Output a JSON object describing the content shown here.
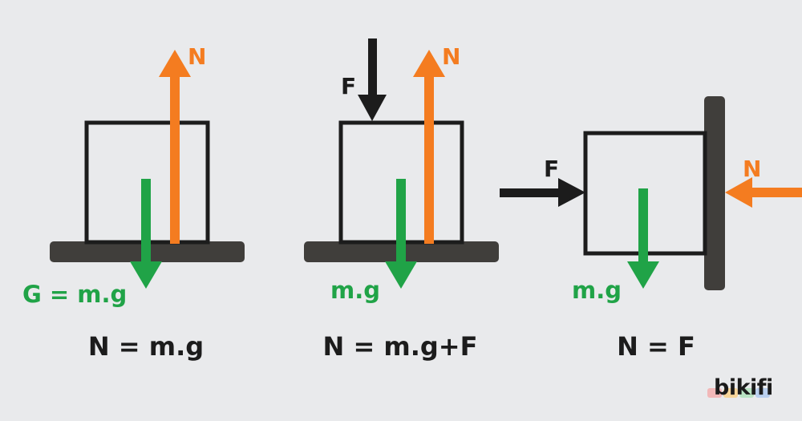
{
  "colors": {
    "background": "#e9eaec",
    "normal_force": "#f47c20",
    "weight": "#20a347",
    "applied_force": "#1c1c1c",
    "surface": "#403e3b",
    "box_outline": "#1c1c1c"
  },
  "case1": {
    "normal_label": "N",
    "weight_label": "G = m.g",
    "equation": "N = m.g"
  },
  "case2": {
    "force_label": "F",
    "normal_label": "N",
    "weight_label": "m.g",
    "equation": "N = m.g+F"
  },
  "case3": {
    "force_label": "F",
    "normal_label": "N",
    "weight_label": "m.g",
    "equation": "N = F"
  },
  "brand": {
    "name": "bikifi"
  }
}
